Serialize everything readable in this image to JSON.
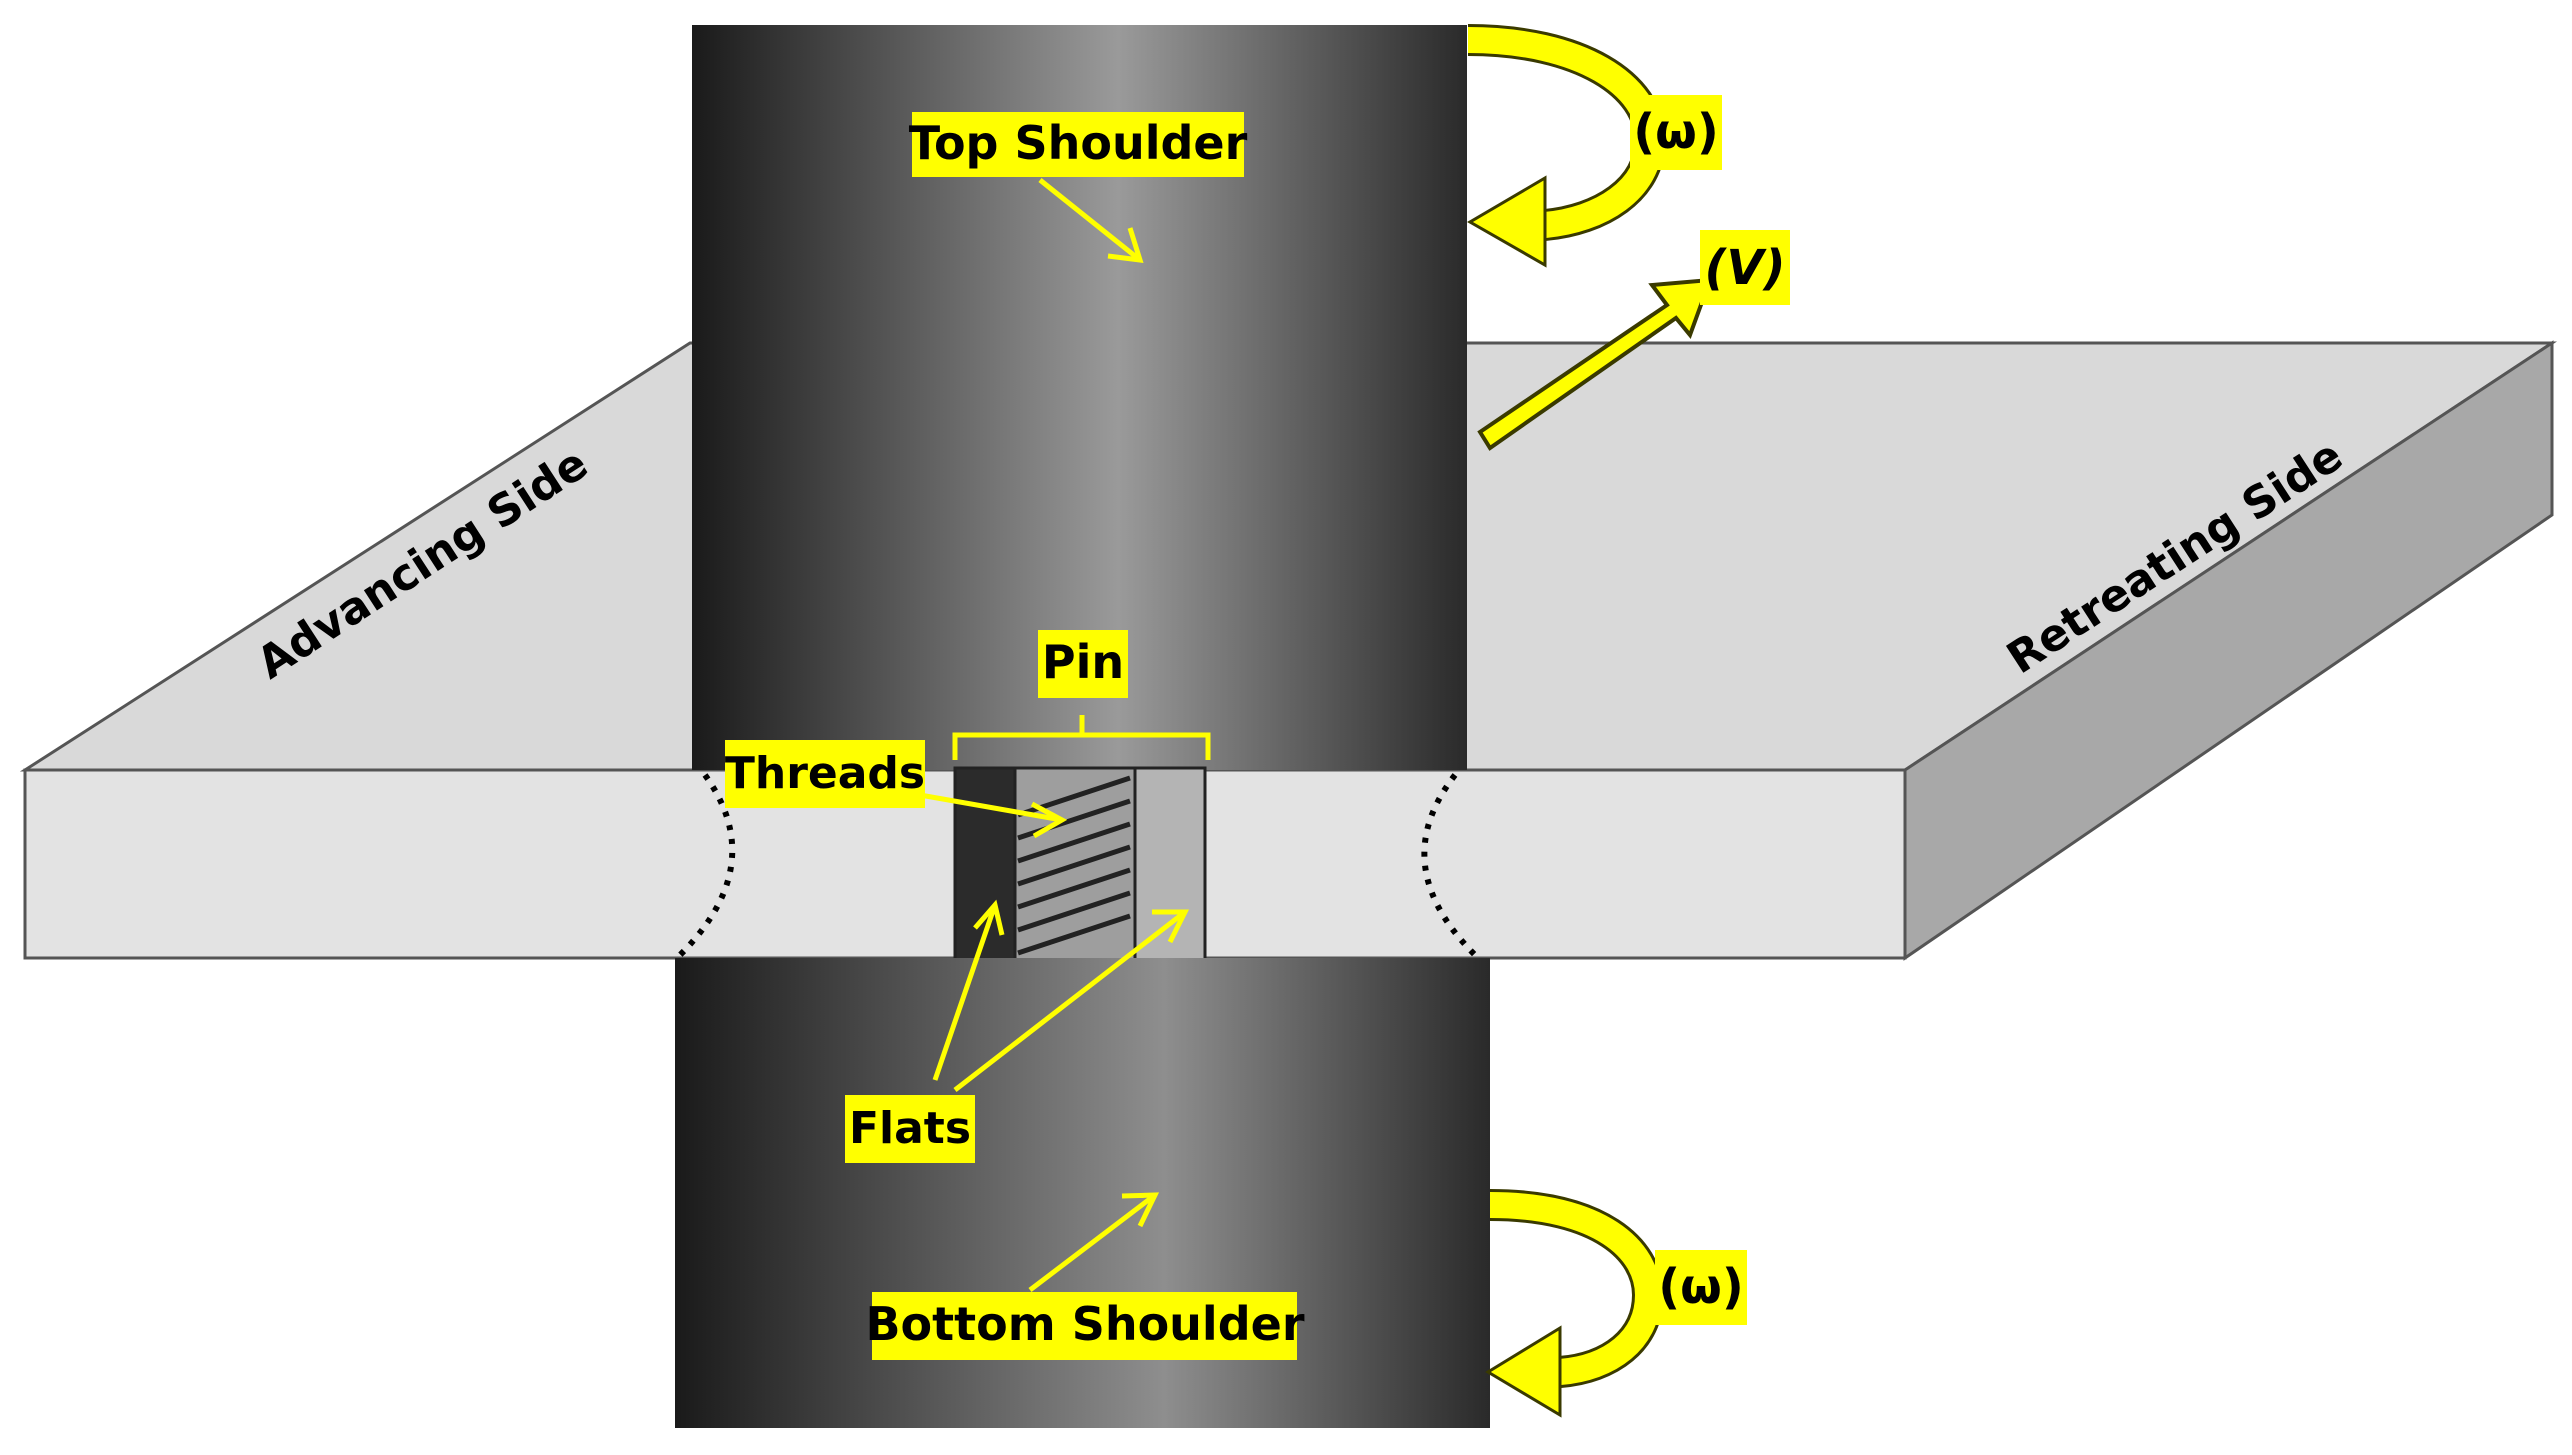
{
  "labels": {
    "top_shoulder": "Top Shoulder",
    "bottom_shoulder": "Bottom Shoulder",
    "pin": "Pin",
    "threads": "Threads",
    "flats": "Flats",
    "advancing_side": "Advancing Side",
    "retreating_side": "Retreating Side",
    "rotation_top": "(ω)",
    "rotation_bottom": "(ω)",
    "velocity": "(V)"
  },
  "colors": {
    "label_highlight": "#ffff00",
    "arrow_fill": "#ffff00",
    "tool_dark": "#1c1c1c",
    "tool_light": "#9a9a9a",
    "plate_top": "#d9d9d9",
    "plate_front": "#e3e3e3",
    "plate_side": "#a8a8a8"
  }
}
